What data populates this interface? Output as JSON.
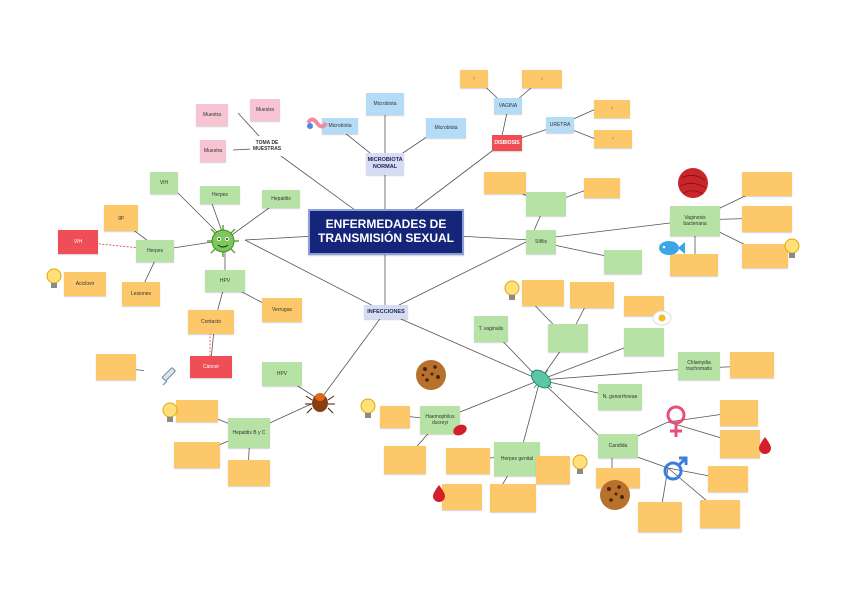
{
  "diagram": {
    "title": "ENFERMEDADES DE TRANSMISIÓN SEXUAL",
    "nodes": {
      "microbiota": "MICROBIOTA NORMAL",
      "infecciones": "INFECCIONES",
      "disbiosis": "DISBIOSIS",
      "toma_muestras": "TOMA DE MUESTRAS",
      "vagina": "VAGINA",
      "uretra": "URETRA",
      "vih": "VIH",
      "sifilis": "Sífilis",
      "t_vaginalis": "T. vaginalis",
      "chlamydia": "Chlamydia trachomatis",
      "n_gonorrhoeae": "N. gonorrhoeae",
      "haemophilus": "Haemophilus ducreyi",
      "herpes": "Herpes genital",
      "hpv": "HPV",
      "hepatitis": "Hepatitis B y C",
      "vaginosis": "Vaginosis bacteriana",
      "candida": "Candida"
    },
    "colors": {
      "center": "#15257a",
      "note_yellow": "#fdc86a",
      "note_green": "#b6e3a5",
      "note_blue": "#b5dcf7",
      "note_pink": "#f6c4d2",
      "note_red": "#f04e57"
    }
  }
}
